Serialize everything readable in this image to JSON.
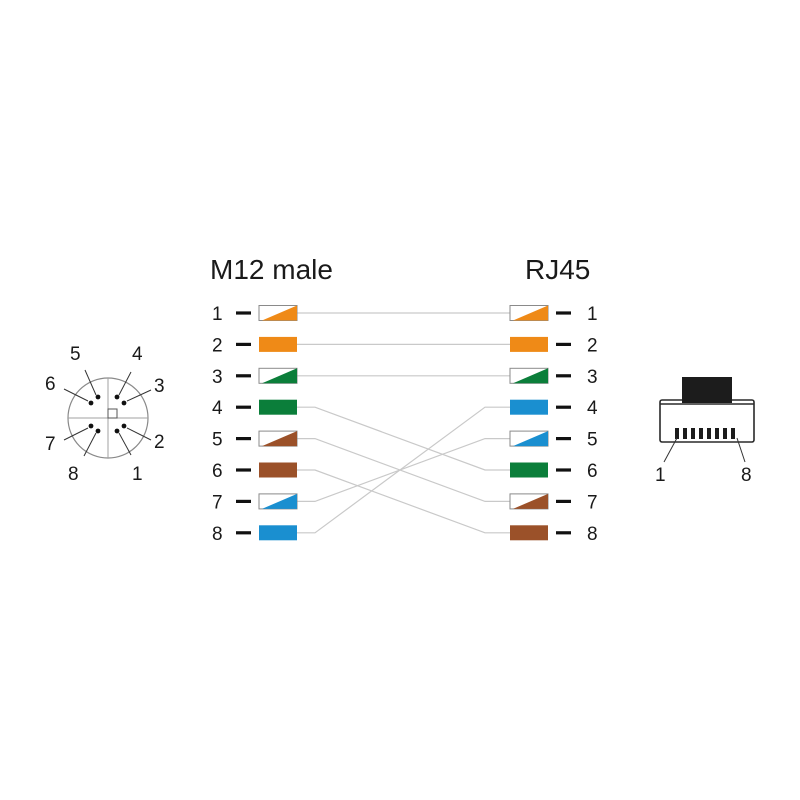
{
  "titles": {
    "left": "M12 male",
    "right": "RJ45"
  },
  "colors": {
    "orange": "#ef8a17",
    "green": "#0b7e3a",
    "blue": "#1a8fd0",
    "brown": "#9b5129",
    "wire": "#c9c9c9",
    "plug_body": "#1c1c1c"
  },
  "m12_pins": [
    {
      "pin": "1",
      "color": "orange",
      "striped": true
    },
    {
      "pin": "2",
      "color": "orange",
      "striped": false
    },
    {
      "pin": "3",
      "color": "green",
      "striped": true
    },
    {
      "pin": "4",
      "color": "green",
      "striped": false
    },
    {
      "pin": "5",
      "color": "brown",
      "striped": true
    },
    {
      "pin": "6",
      "color": "brown",
      "striped": false
    },
    {
      "pin": "7",
      "color": "blue",
      "striped": true
    },
    {
      "pin": "8",
      "color": "blue",
      "striped": false
    }
  ],
  "rj45_pins": [
    {
      "pin": "1",
      "color": "orange",
      "striped": true
    },
    {
      "pin": "2",
      "color": "orange",
      "striped": false
    },
    {
      "pin": "3",
      "color": "green",
      "striped": true
    },
    {
      "pin": "4",
      "color": "blue",
      "striped": false
    },
    {
      "pin": "5",
      "color": "blue",
      "striped": true
    },
    {
      "pin": "6",
      "color": "green",
      "striped": false
    },
    {
      "pin": "7",
      "color": "brown",
      "striped": true
    },
    {
      "pin": "8",
      "color": "brown",
      "striped": false
    }
  ],
  "wiring": [
    {
      "from": 1,
      "to": 1
    },
    {
      "from": 2,
      "to": 2
    },
    {
      "from": 3,
      "to": 3
    },
    {
      "from": 4,
      "to": 6
    },
    {
      "from": 5,
      "to": 7
    },
    {
      "from": 6,
      "to": 8
    },
    {
      "from": 7,
      "to": 5
    },
    {
      "from": 8,
      "to": 4
    }
  ],
  "m12_face_labels": [
    "1",
    "2",
    "3",
    "4",
    "5",
    "6",
    "7",
    "8"
  ],
  "rj45_plug_labels": {
    "left": "1",
    "right": "8"
  }
}
